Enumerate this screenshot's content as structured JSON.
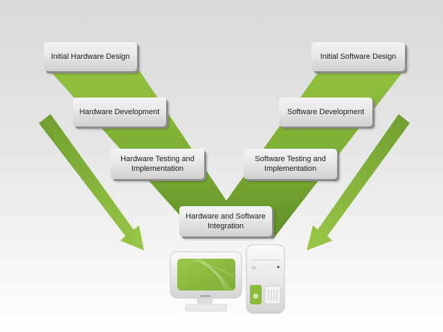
{
  "diagram": {
    "title": "",
    "type": "V-model hardware/software co-design",
    "colors": {
      "band_light": "#8dbb3a",
      "band_dark": "#6a9a2c",
      "arrow_light": "#96c343",
      "arrow_dark": "#6f9e30",
      "box_text": "#1a1a1a"
    },
    "left_branch": {
      "steps": [
        {
          "label": "Initial Hardware Design"
        },
        {
          "label": "Hardware Development"
        },
        {
          "label": "Hardware Testing and\nImplementation"
        }
      ]
    },
    "right_branch": {
      "steps": [
        {
          "label": "Initial Software Design"
        },
        {
          "label": "Software Development"
        },
        {
          "label": "Software Testing and\nImplementation"
        }
      ]
    },
    "bottom_step": {
      "label": "Hardware and Software\nIntegration"
    },
    "icons": {
      "computer": "desktop-computer-icon",
      "left_arrow": "arrow-down-right-icon",
      "right_arrow": "arrow-down-left-icon"
    }
  }
}
